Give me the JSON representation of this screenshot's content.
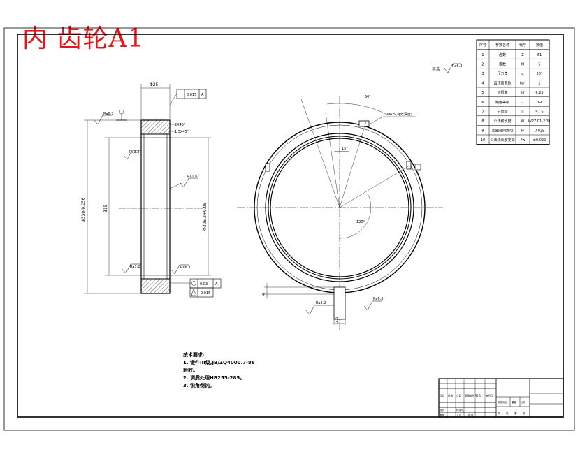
{
  "title": "内 齿轮A1",
  "parameters": {
    "headers": [
      "序号",
      "参数名称",
      "代号",
      "数值"
    ],
    "rows": [
      [
        "1",
        "齿数",
        "Z",
        "61"
      ],
      [
        "2",
        "模数",
        "M",
        "5"
      ],
      [
        "3",
        "压力角",
        "α",
        "20°"
      ],
      [
        "4",
        "齿顶高系数",
        "ha*",
        "1"
      ],
      [
        "5",
        "齿根高",
        "hf",
        "6.25"
      ],
      [
        "6",
        "精度等级",
        "-",
        "7GK"
      ],
      [
        "7",
        "分度圆",
        "d",
        "97.5"
      ],
      [
        "8",
        "公法线长度",
        "W",
        "W27.01-2.31"
      ],
      [
        "9",
        "齿圈径向跳动",
        "Fr",
        "0.025"
      ],
      [
        "10",
        "公法线长度变动",
        "Fw",
        "±0.022"
      ]
    ]
  },
  "roughness_all": "其余",
  "roughness_all_value": "Ra6.3",
  "dims": {
    "top_width": "Φ25",
    "flatness": "0.015",
    "flatness_ref": "A",
    "chamfer1": "2X45°",
    "chamfer2": "1.5X45°",
    "ra1": "Ra6.3",
    "ra2": "Ra3.2",
    "ra3": "Ra3.2",
    "ra4": "Ra1.6",
    "ra5": "Ra6.3",
    "inner_dia": "315",
    "outer_dia": "Φ330-0.056",
    "pitch_dia": "Φ305.2+0.05",
    "runout": "0.03",
    "runout_ref": "A",
    "perp": "0.015",
    "angle1": "50°",
    "angle2": "15°",
    "angle3": "120°",
    "keyway_label": "Φ4.5(有效深度)",
    "slot_depth": "4",
    "slot_w": "12.5",
    "slot_dim": "4.5",
    "ra_slot1": "Ra3.2",
    "ra_slot2": "Ra6.3"
  },
  "tech_requirements": {
    "heading": "技术要求:",
    "items": [
      "1.  锻件III级,JB/ZQ4000.7-86",
      "验收。",
      "2.  调质处理HB255-285。",
      "3.  锐角倒钝。"
    ]
  },
  "title_block": {
    "labels": [
      "标记",
      "处数",
      "分区",
      "更改文件号",
      "签名",
      "年月日"
    ],
    "labels2": [
      "设计",
      "标准化",
      "阶段标记",
      "重量",
      "比例"
    ],
    "labels3": [
      "审核",
      "工艺",
      "批准",
      "共",
      "张",
      "第",
      "张"
    ]
  }
}
